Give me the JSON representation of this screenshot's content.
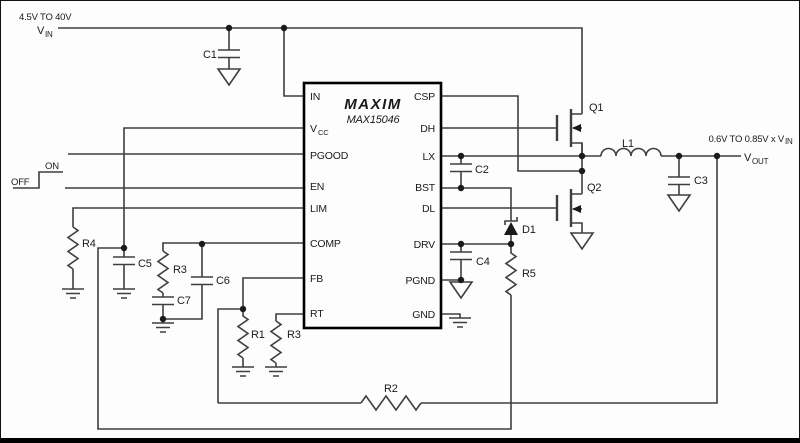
{
  "ic": {
    "logo": "MAXIM",
    "part": "MAX15046",
    "pins_left": [
      {
        "text": "IN",
        "sub": ""
      },
      {
        "text": "V",
        "sub": "CC"
      },
      {
        "text": "PGOOD",
        "sub": ""
      },
      {
        "text": "EN",
        "sub": ""
      },
      {
        "text": "LIM",
        "sub": ""
      },
      {
        "text": "COMP",
        "sub": ""
      },
      {
        "text": "FB",
        "sub": ""
      },
      {
        "text": "RT",
        "sub": ""
      }
    ],
    "pins_right": [
      "CSP",
      "DH",
      "LX",
      "BST",
      "DL",
      "DRV",
      "PGND",
      "GND"
    ]
  },
  "input": {
    "range": "4.5V TO 40V",
    "net": "V",
    "net_sub": "IN"
  },
  "enable": {
    "on": "ON",
    "off": "OFF"
  },
  "output": {
    "range": "0.6V TO 0.85V x V",
    "range_sub": "IN",
    "net": "V",
    "net_sub": "OUT"
  },
  "components": {
    "c1": "C1",
    "c2": "C2",
    "c3": "C3",
    "c4": "C4",
    "c5": "C5",
    "c6": "C6",
    "c7": "C7",
    "r1": "R1",
    "r2": "R2",
    "r3_comp": "R3",
    "r3_rt": "R3",
    "r4": "R4",
    "r5": "R5",
    "l1": "L1",
    "d1": "D1",
    "q1": "Q1",
    "q2": "Q2"
  },
  "colors": {
    "wire": "#3f3f3f",
    "text": "#1a1a1a",
    "background": "#fdfdfd",
    "ic_border": "#000000"
  }
}
